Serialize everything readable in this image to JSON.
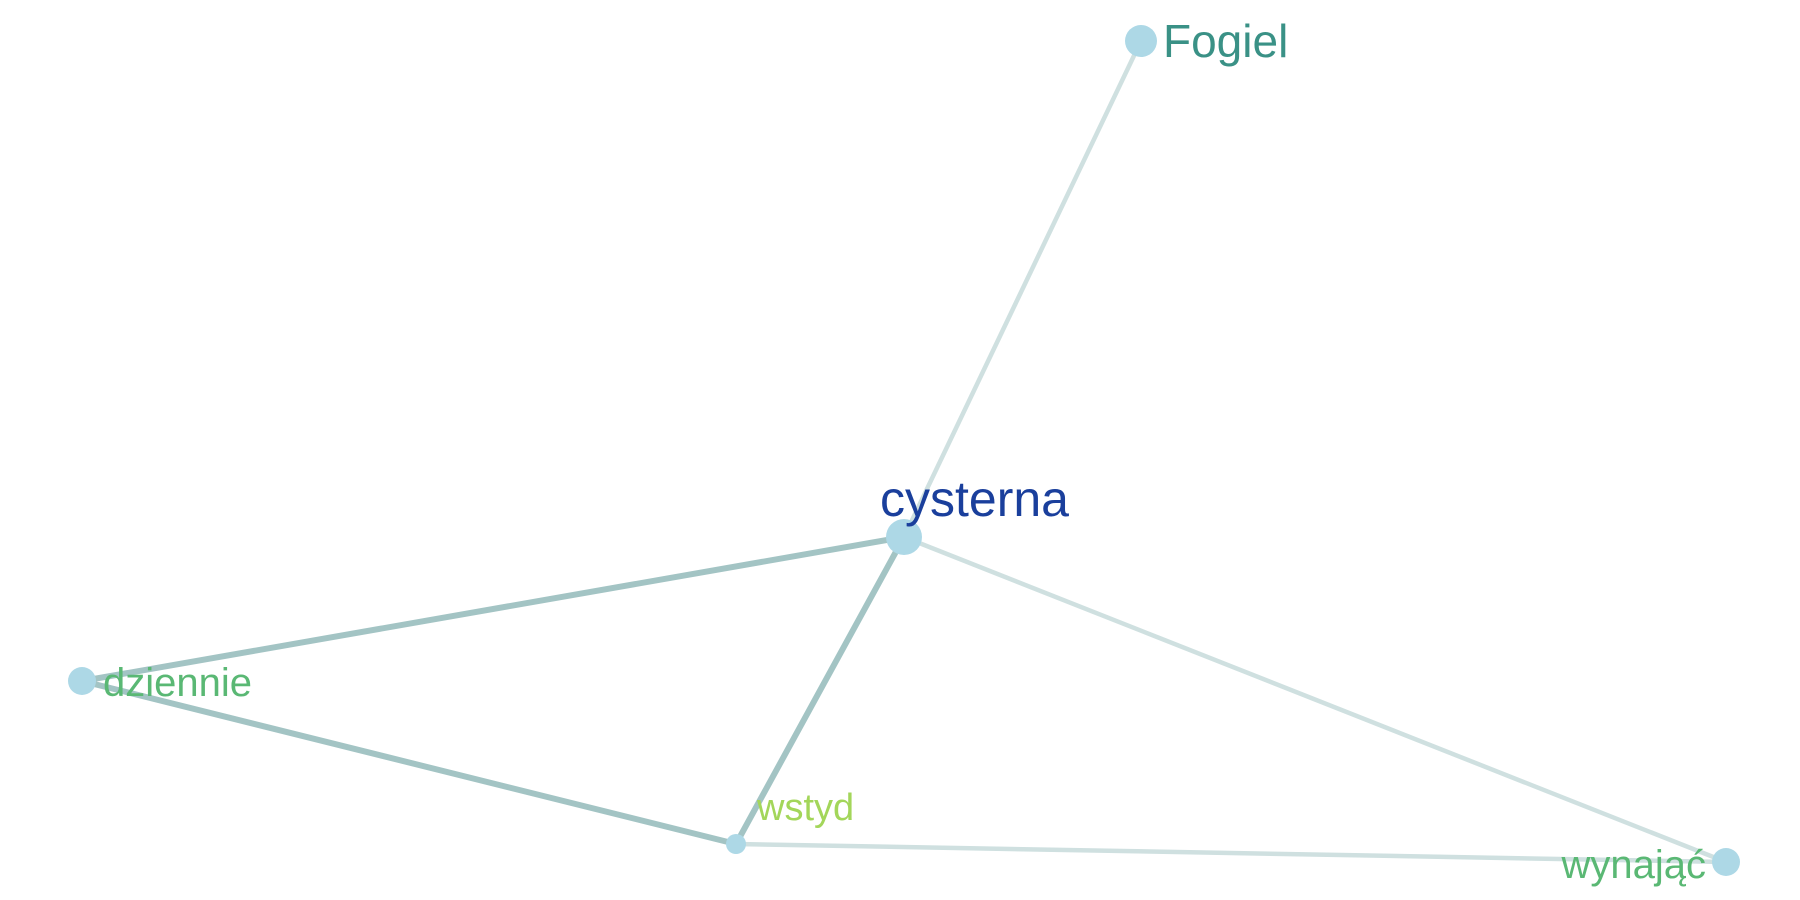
{
  "graph": {
    "nodes": [
      {
        "id": "cysterna",
        "label": "cysterna",
        "color": "#1a3f9c",
        "size": "large"
      },
      {
        "id": "fogiel",
        "label": "Fogiel",
        "color": "#3a9186",
        "size": "medium"
      },
      {
        "id": "dziennie",
        "label": "dziennie",
        "color": "#5ab874",
        "size": "medium"
      },
      {
        "id": "wstyd",
        "label": "wstyd",
        "color": "#a3d65a",
        "size": "small"
      },
      {
        "id": "wynajac",
        "label": "wynająć",
        "color": "#5ab874",
        "size": "medium"
      }
    ],
    "edges": [
      {
        "source": "cysterna",
        "target": "fogiel",
        "strength": "weak"
      },
      {
        "source": "cysterna",
        "target": "dziennie",
        "strength": "strong"
      },
      {
        "source": "cysterna",
        "target": "wstyd",
        "strength": "strong"
      },
      {
        "source": "cysterna",
        "target": "wynajac",
        "strength": "weak"
      },
      {
        "source": "dziennie",
        "target": "wstyd",
        "strength": "strong"
      },
      {
        "source": "wstyd",
        "target": "wynajac",
        "strength": "weak"
      }
    ],
    "colors": {
      "node_fill": "#add8e6",
      "edge_strong": "#a3c4c4",
      "edge_weak": "#cfe0e0"
    }
  }
}
